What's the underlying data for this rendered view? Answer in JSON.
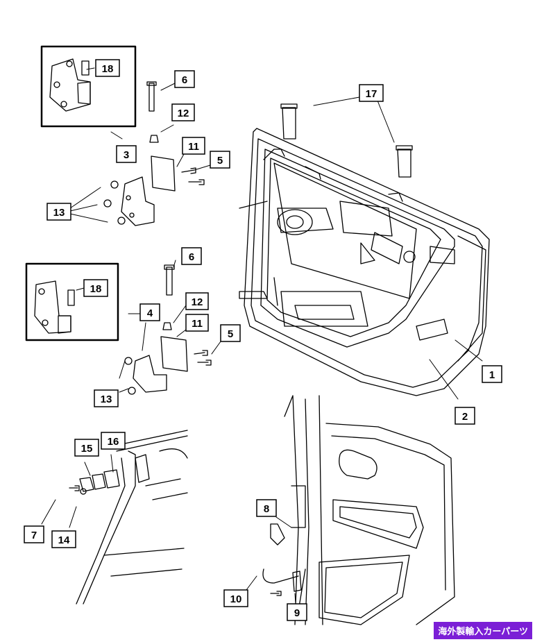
{
  "callouts": {
    "c1": "1",
    "c2": "2",
    "c3": "3",
    "c4": "4",
    "c5a": "5",
    "c5b": "5",
    "c6a": "6",
    "c6b": "6",
    "c7": "7",
    "c8": "8",
    "c9": "9",
    "c10": "10",
    "c11a": "11",
    "c11b": "11",
    "c12a": "12",
    "c12b": "12",
    "c13a": "13",
    "c13b": "13",
    "c14": "14",
    "c15": "15",
    "c16": "16",
    "c17": "17",
    "c18a": "18",
    "c18b": "18"
  },
  "badge": {
    "text": "海外製輸入カーパーツ",
    "color": "#7b1fd6"
  }
}
